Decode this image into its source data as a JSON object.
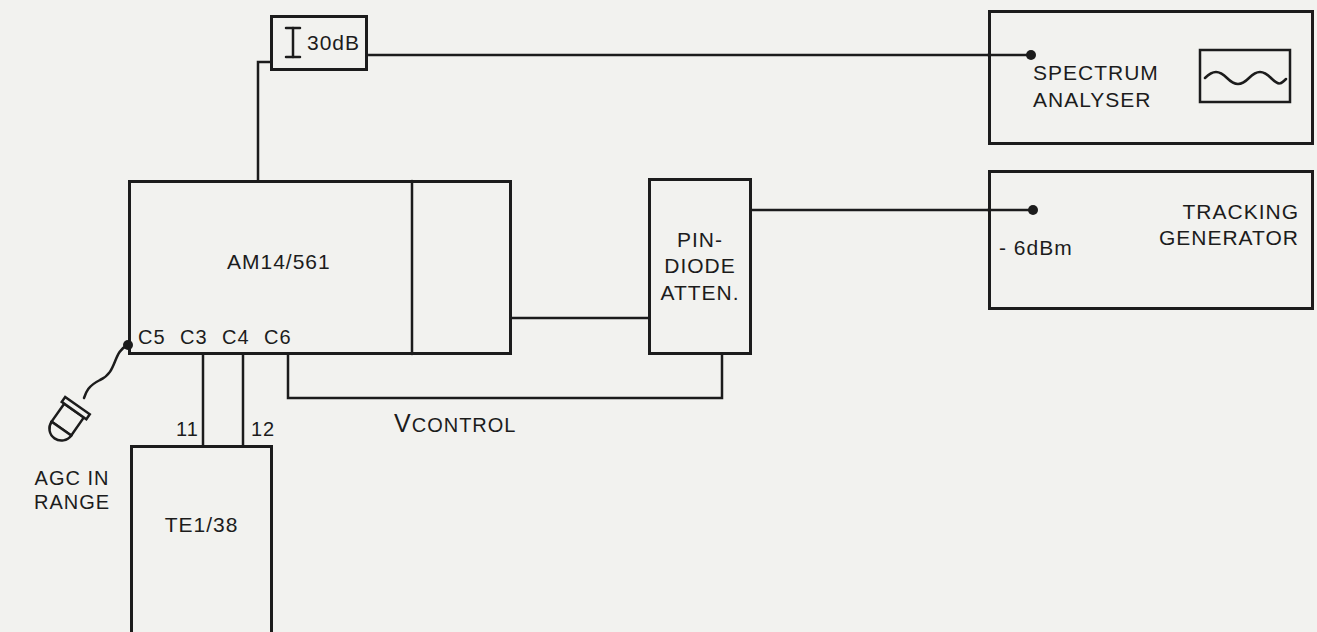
{
  "diagram": {
    "nodes": [
      {
        "text": [
          "30dB"
        ]
      },
      {
        "text": [
          "SPECTRUM ANALYSER"
        ]
      },
      {
        "text": [
          "AM14/561"
        ]
      },
      {
        "text": [
          "PIN- DIODE ATTEN."
        ]
      },
      {
        "text": [
          "- 6dBm",
          "TRACKING GENERATOR"
        ]
      },
      {
        "text": [
          "TE1/38"
        ]
      }
    ],
    "edges": [
      {
        "from": 2,
        "to": 0,
        "arrow": "none"
      },
      {
        "from": 0,
        "to": 1,
        "arrow": "none"
      },
      {
        "from": 2,
        "to": 3,
        "arrow": "none"
      },
      {
        "from": 2,
        "to": 3,
        "label": "VCONTROL",
        "arrow": "none"
      },
      {
        "from": 3,
        "to": 4,
        "arrow": "none"
      },
      {
        "from": 2,
        "to": 5,
        "label": "11",
        "arrow": "none"
      },
      {
        "from": 2,
        "to": 5,
        "label": "12",
        "arrow": "none"
      }
    ],
    "labels": [
      "C5",
      "C3",
      "C4",
      "C6",
      "AGC IN RANGE"
    ]
  }
}
